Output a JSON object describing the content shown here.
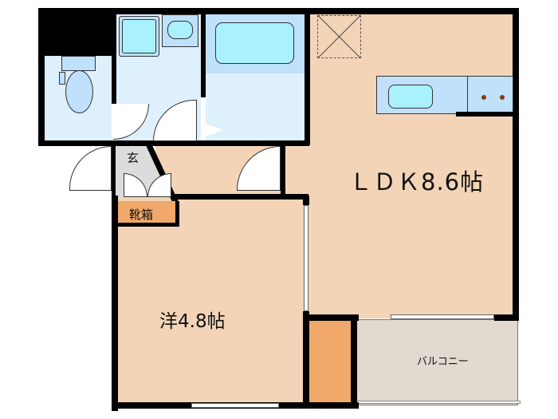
{
  "floor_plan": {
    "rooms": {
      "ldk": {
        "label": "ＬＤＫ8.6帖",
        "type": "living-dining-kitchen",
        "size_jo": 8.6
      },
      "western": {
        "label": "洋4.8帖",
        "type": "western-style-room",
        "size_jo": 4.8
      },
      "entrance": {
        "label": "玄"
      },
      "shoe_box": {
        "label": "靴箱"
      },
      "balcony": {
        "label": "バルコニー"
      },
      "toilet": {
        "label": ""
      },
      "washroom": {
        "label": ""
      },
      "bathroom": {
        "label": ""
      },
      "closet": {
        "label": ""
      }
    },
    "colors": {
      "wall": "#000000",
      "wet_area": "#dff0fd",
      "fixture": "#a9f1fd",
      "floor": "#f3d4b7",
      "closet": "#f0a96a",
      "shoe_box": "#f0a96a",
      "entrance": "#dcdcdc",
      "balcony": "#e2d9d0"
    }
  }
}
